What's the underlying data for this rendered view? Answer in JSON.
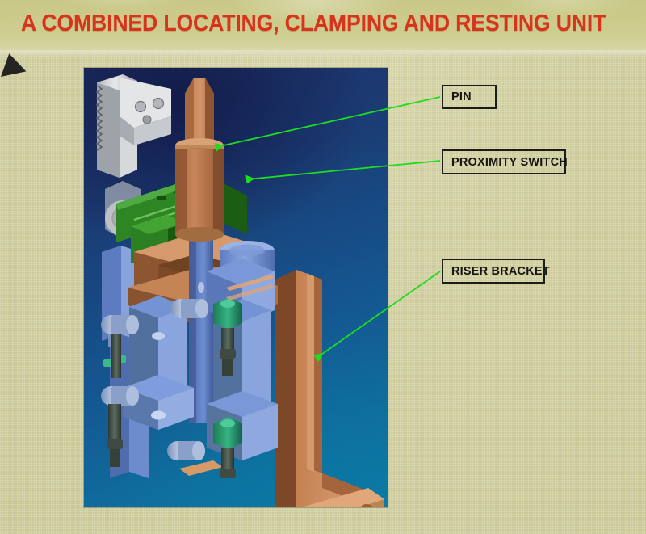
{
  "slide": {
    "title": "A COMBINED LOCATING,  CLAMPING AND RESTING UNIT",
    "title_color": "#d8341b",
    "background_color": "#d2d0a0",
    "header_band_color": "#cbca8a"
  },
  "figure": {
    "type": "cad-render",
    "description": "3D CAD assembly of a combined locating, clamping and resting fixture unit",
    "background_color": "#14417a",
    "parts": [
      {
        "name": "locating-pin",
        "color": "#c08050"
      },
      {
        "name": "pin-shaft",
        "color": "#6f8fd0"
      },
      {
        "name": "proximity-switch",
        "color": "#6d92d4"
      },
      {
        "name": "clamp-arm",
        "color": "#2f7f26"
      },
      {
        "name": "swing-clamp-body",
        "color": "#d3d3d3"
      },
      {
        "name": "hydraulic-cylinder",
        "color": "#7191d6"
      },
      {
        "name": "fitting",
        "color": "#8fa4c9"
      },
      {
        "name": "valve-block",
        "color": "#2f9b6a"
      },
      {
        "name": "riser-bracket",
        "color": "#c07b4d"
      },
      {
        "name": "base-plate",
        "color": "#d9a06a"
      },
      {
        "name": "rest-pad",
        "color": "#c08a55"
      }
    ]
  },
  "callouts": [
    {
      "id": "pin",
      "label": "PIN",
      "arrow_color": "#1fdc1f"
    },
    {
      "id": "prox",
      "label": "PROXIMITY SWITCH",
      "arrow_color": "#1fdc1f"
    },
    {
      "id": "riser",
      "label": "RISER BRACKET",
      "arrow_color": "#1fdc1f"
    }
  ],
  "decor": {
    "corner_triangle_color": "#151515"
  }
}
